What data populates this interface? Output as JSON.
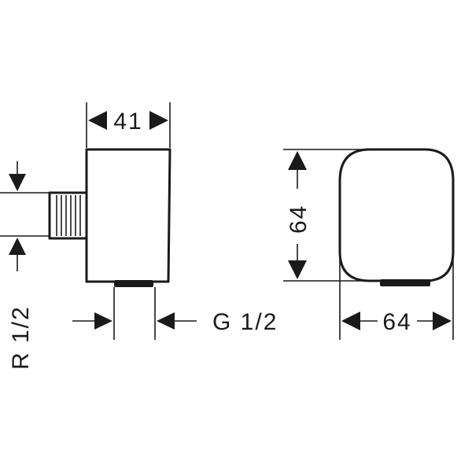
{
  "drawing": {
    "colors": {
      "line": "#1a1a1a",
      "background": "#ffffff"
    },
    "dimensions": {
      "depth": "41",
      "height": "64",
      "width": "64",
      "outlet_thread": "G 1/2",
      "inlet_thread": "R 1/2"
    }
  }
}
